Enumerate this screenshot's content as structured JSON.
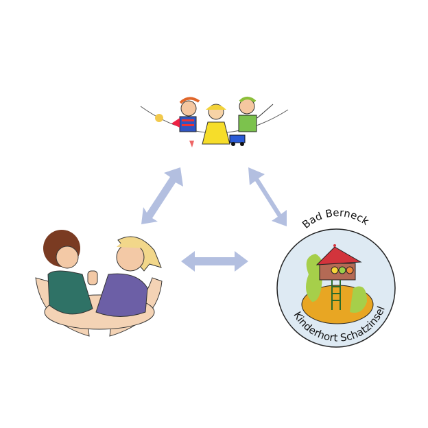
{
  "logo": {
    "top_text": "Bad Berneck",
    "bottom_text": "Kinderhort Schatzinsel"
  },
  "colors": {
    "arrow": "#b3bfe0",
    "logo_bg": "#deeaf3",
    "roof": "#d2343c",
    "island": "#e8a623",
    "bush": "#a6cf4a"
  },
  "icons": [
    "children-in-hands-illustration",
    "children-drawing-banner",
    "treehouse-logo",
    "double-arrow"
  ]
}
